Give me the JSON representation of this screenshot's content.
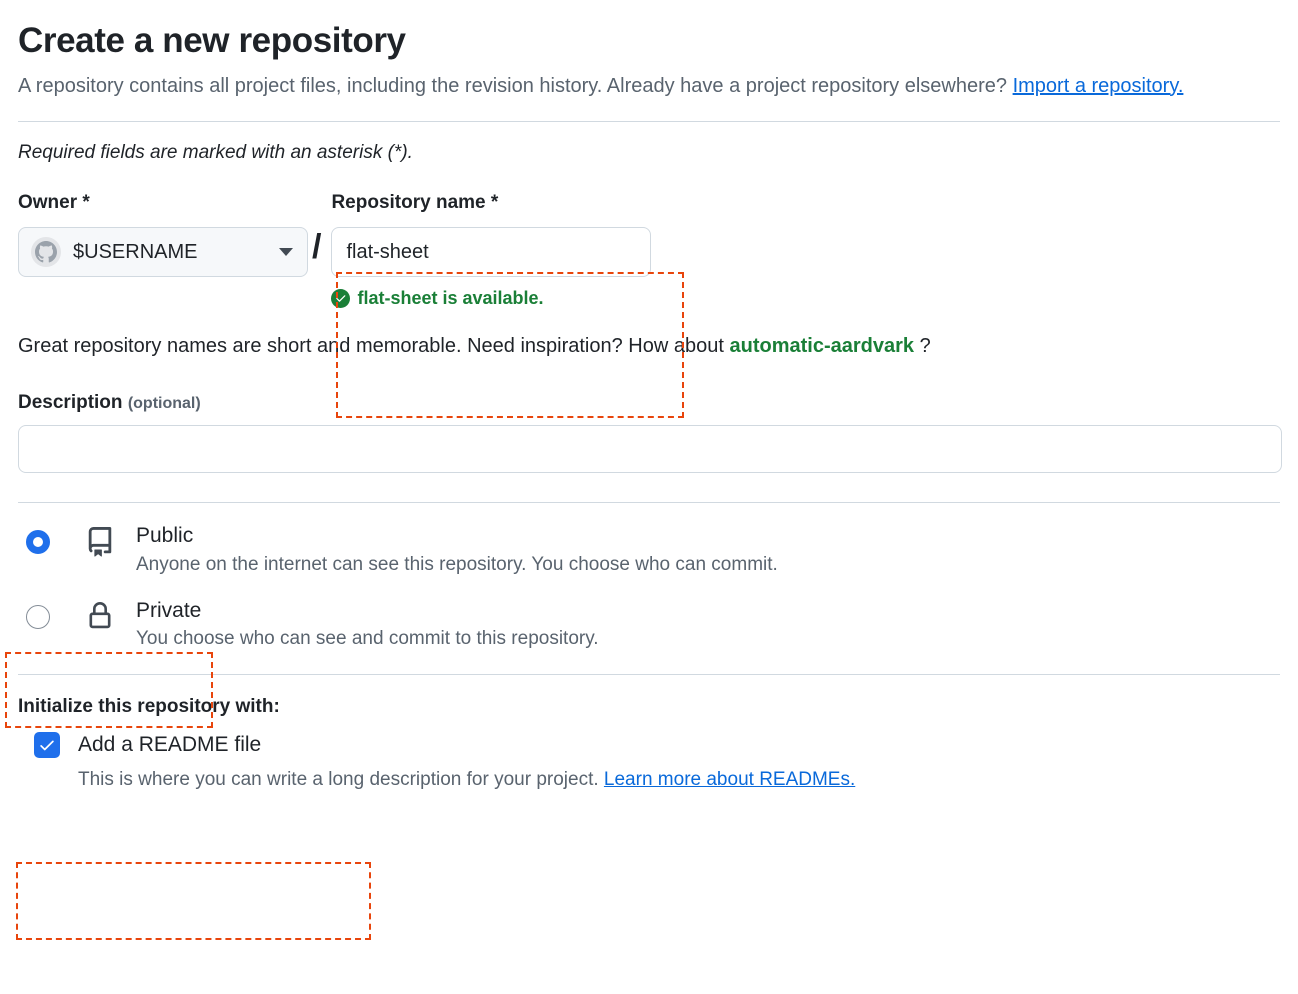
{
  "header": {
    "title": "Create a new repository",
    "description_part1": "A repository contains all project files, including the revision history. Already have a project repository elsewhere?",
    "import_link": "Import a repository.",
    "required_note": "Required fields are marked with an asterisk (*)."
  },
  "owner": {
    "label": "Owner *",
    "value": "$USERNAME",
    "avatar_icon": "octocat-avatar-icon",
    "caret_icon": "chevron-down-icon",
    "separator": "/"
  },
  "repository_name": {
    "label": "Repository name *",
    "value": "flat-sheet",
    "placeholder": "",
    "availability_text": "flat-sheet is available.",
    "availability_icon": "check-circle-icon",
    "availability_color": "#1a7f37"
  },
  "inspiration": {
    "text_before": "Great repository names are short and memorable. Need inspiration? How about",
    "suggestion": "automatic-aardvark",
    "text_after": "?"
  },
  "description": {
    "label": "Description",
    "optional_label": "(optional)",
    "value": "",
    "placeholder": ""
  },
  "visibility": {
    "options": [
      {
        "id": "public",
        "title": "Public",
        "description": "Anyone on the internet can see this repository. You choose who can commit.",
        "icon": "repo-book-icon",
        "selected": true
      },
      {
        "id": "private",
        "title": "Private",
        "description": "You choose who can see and commit to this repository.",
        "icon": "lock-icon",
        "selected": false
      }
    ]
  },
  "initialize": {
    "heading": "Initialize this repository with:",
    "readme_label": "Add a README file",
    "readme_checked": true,
    "hint_text": "This is where you can write a long description for your project.",
    "hint_link": "Learn more about READMEs."
  },
  "colors": {
    "accent_blue": "#1f6feb",
    "link_blue": "#0969da",
    "success_green": "#1a7f37",
    "annotation_orange": "#e8450c",
    "muted_text": "#59636e",
    "border": "#d1d9e0"
  },
  "annotations": [
    {
      "name": "repository-name-highlight",
      "target": "repository-name-field"
    },
    {
      "name": "public-option-highlight",
      "target": "visibility-public-option"
    },
    {
      "name": "initialize-highlight",
      "target": "initialize-section"
    }
  ]
}
